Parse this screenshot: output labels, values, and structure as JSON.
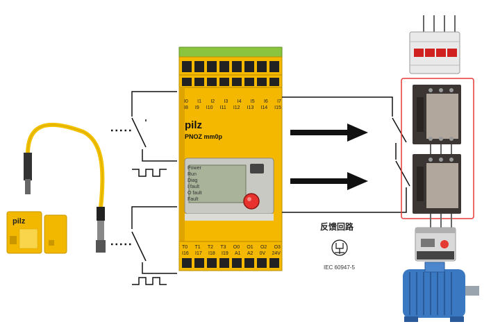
{
  "diagram": {
    "feedback_label": "反馈回路",
    "standard_label": "IEC 60947-5",
    "sensor_brand": "pilz",
    "controller": {
      "brand": "pilz",
      "model": "PNOZ mm0p",
      "top_row_1": [
        "I0",
        "I1",
        "I2",
        "I3",
        "I4",
        "I5",
        "I6",
        "I7"
      ],
      "top_row_2": [
        "I8",
        "I9",
        "I10",
        "I11",
        "I12",
        "I13",
        "I14",
        "I15"
      ],
      "side_labels": [
        "Power",
        "Run",
        "Diag",
        "I fault",
        "O fault",
        "Fault"
      ],
      "bottom_row_1": [
        "T0",
        "T1",
        "T2",
        "T3",
        "O0",
        "O1",
        "O2",
        "O3"
      ],
      "bottom_row_2": [
        "I16",
        "I17",
        "I18",
        "I19",
        "A1",
        "A2",
        "0V",
        "24V"
      ]
    },
    "colors": {
      "controller_body": "#f5b800",
      "terminal_green": "#8bc53f",
      "cable_yellow": "#f2c100",
      "contactor_frame": "#e53935",
      "motor_blue": "#3a78c2"
    }
  }
}
